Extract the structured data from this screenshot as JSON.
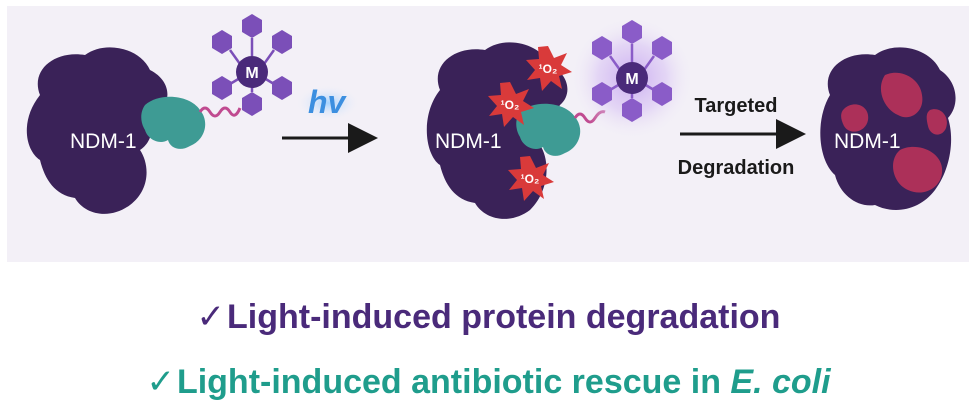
{
  "scheme": {
    "target_label": "NDM-1",
    "metal_label": "M",
    "light_label": "hv",
    "ros_label": "¹O₂",
    "step_label_line1": "Targeted",
    "step_label_line2": "Degradation"
  },
  "claims": [
    {
      "check": "✓",
      "text": "Light-induced protein degradation",
      "italic_suffix": ""
    },
    {
      "check": "✓",
      "text": "Light-induced antibiotic rescue in ",
      "italic_suffix": "E. coli"
    }
  ],
  "colors": {
    "protein": "#3a2258",
    "binder": "#3e9b94",
    "linker": "#c04a90",
    "complex": "#7b4fb8",
    "glow": "#b08ae0",
    "ros": "#d93a3a",
    "degraded": "#c1335a",
    "light_text": "#3c8fe0",
    "claim1": "#4a2a7a",
    "claim2": "#1f9d8c"
  }
}
